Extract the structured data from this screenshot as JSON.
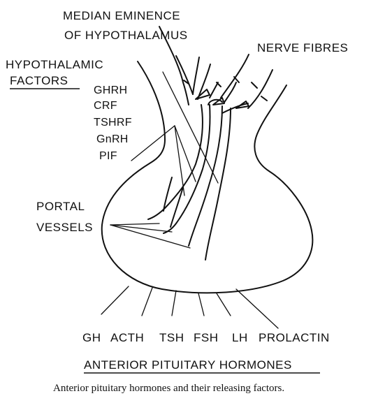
{
  "labels": {
    "median_eminence_line1": "MEDIAN EMINENCE",
    "median_eminence_line2": "OF HYPOTHALAMUS",
    "nerve_fibres": "NERVE FIBRES",
    "hypothalamic_line1": "HYPOTHALAMIC",
    "hypothalamic_line2": "FACTORS",
    "portal_line1": "PORTAL",
    "portal_line2": "VESSELS",
    "anterior_heading": "ANTERIOR PITUITARY HORMONES"
  },
  "factors": [
    "GHRH",
    "CRF",
    "TSHRF",
    "GnRH",
    "PIF"
  ],
  "hormones": [
    "GH",
    "ACTH",
    "TSH",
    "FSH",
    "LH",
    "PROLACTIN"
  ],
  "caption": "Anterior pituitary hormones and their releasing factors."
}
